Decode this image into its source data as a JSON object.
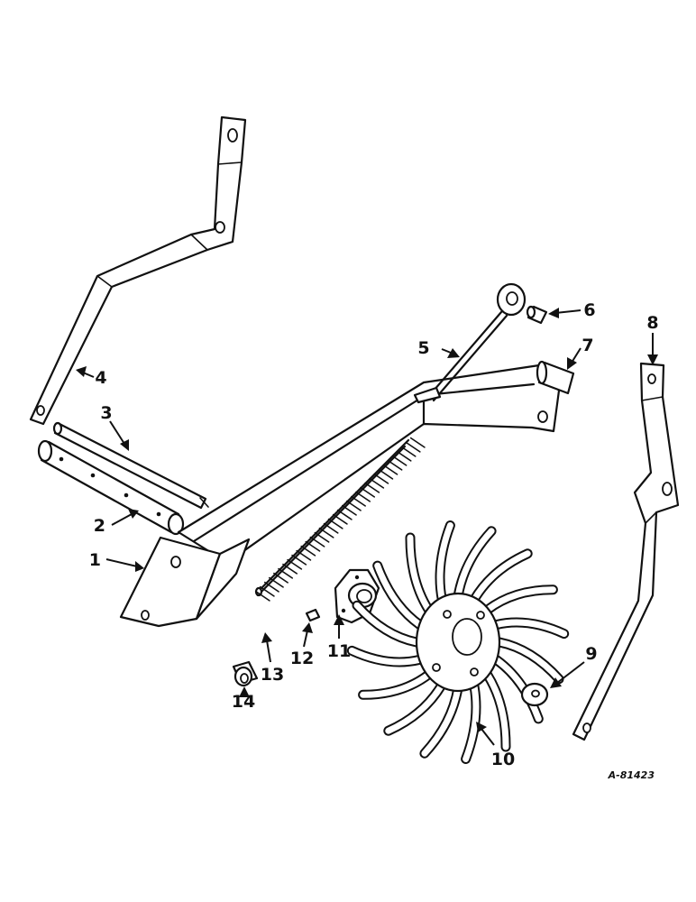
{
  "callouts": [
    {
      "id": "c1",
      "label": "1"
    },
    {
      "id": "c2",
      "label": "2"
    },
    {
      "id": "c3",
      "label": "3"
    },
    {
      "id": "c4",
      "label": "4"
    },
    {
      "id": "c5",
      "label": "5"
    },
    {
      "id": "c6",
      "label": "6"
    },
    {
      "id": "c7",
      "label": "7"
    },
    {
      "id": "c8",
      "label": "8"
    },
    {
      "id": "c9",
      "label": "9"
    },
    {
      "id": "c10",
      "label": "10"
    },
    {
      "id": "c11",
      "label": "11"
    },
    {
      "id": "c12",
      "label": "12"
    },
    {
      "id": "c13",
      "label": "13"
    },
    {
      "id": "c14",
      "label": "14"
    }
  ],
  "drawing_number": "A-81423",
  "colors": {
    "ink": "#111111",
    "paper": "#ffffff"
  }
}
